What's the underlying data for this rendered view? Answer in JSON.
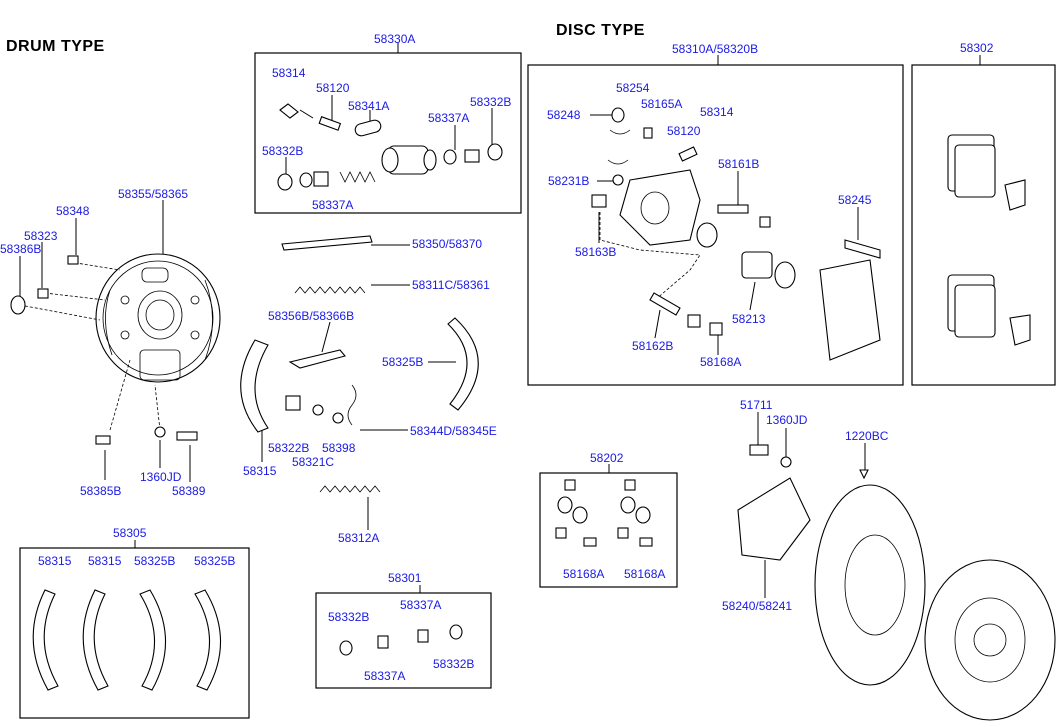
{
  "headers": {
    "drum": "DRUM  TYPE",
    "disc": "DISC  TYPE"
  },
  "labels": {
    "l58330A": "58330A",
    "l58314a": "58314",
    "l58120a": "58120",
    "l58341A": "58341A",
    "l58332Ba": "58332B",
    "l58337Aa": "58337A",
    "l58332Bb": "58332B",
    "l58337Ab": "58337A",
    "l58355": "58355/58365",
    "l58348": "58348",
    "l58323": "58323",
    "l58386B": "58386B",
    "l58385B": "58385B",
    "l1360JDa": "1360JD",
    "l58389": "58389",
    "l58350": "58350/58370",
    "l58311C": "58311C/58361",
    "l58356B": "58356B/58366B",
    "l58325Ba": "58325B",
    "l58322B": "58322B",
    "l58398": "58398",
    "l58321C": "58321C",
    "l58344D": "58344D/58345E",
    "l58315a": "58315",
    "l58312A": "58312A",
    "l58305": "58305",
    "l58315b": "58315",
    "l58315c": "58315",
    "l58325Bb": "58325B",
    "l58325Bc": "58325B",
    "l58301": "58301",
    "l58332Bc": "58332B",
    "l58337Ac": "58337A",
    "l58337Ad": "58337A",
    "l58332Bd": "58332B",
    "l58310A": "58310A/58320B",
    "l58254": "58254",
    "l58248": "58248",
    "l58165A": "58165A",
    "l58314b": "58314",
    "l58120b": "58120",
    "l58231B": "58231B",
    "l58161B": "58161B",
    "l58163B": "58163B",
    "l58245": "58245",
    "l58213": "58213",
    "l58162B": "58162B",
    "l58168Aa": "58168A",
    "l58302": "58302",
    "l58202": "58202",
    "l58168Ab": "58168A",
    "l58168Ac": "58168A",
    "l51711": "51711",
    "l1360JDb": "1360JD",
    "l1220BC": "1220BC",
    "l58240": "58240/58241"
  }
}
